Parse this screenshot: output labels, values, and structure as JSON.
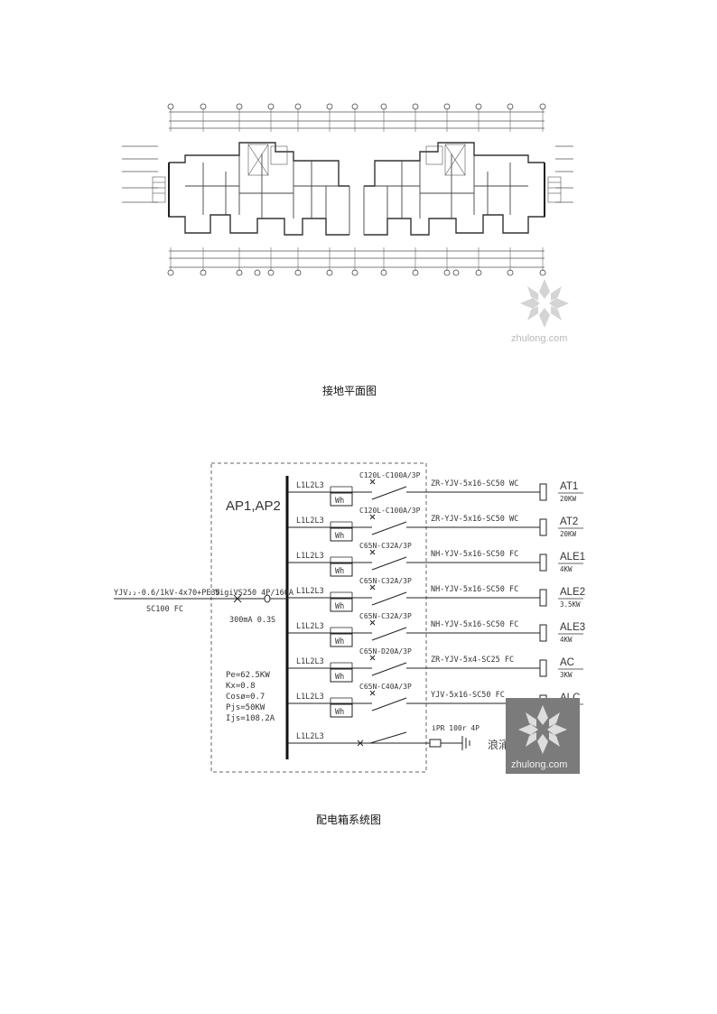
{
  "figure1": {
    "caption": "接地平面图"
  },
  "figure2": {
    "caption": "配电箱系统图",
    "box_label": "AP1,AP2",
    "incoming": {
      "cable": "YJV₂₂-0.6/1kV-4x70+PE35",
      "conduit": "SC100 FC",
      "main_breaker": "VigiVS250 4P/160A",
      "rcd": "300mA 0.3S"
    },
    "load_calc": {
      "pe": "Pe=62.5KW",
      "kx": "Kx=0.8",
      "cos": "Cosø=0.7",
      "pjs": "Pjs=50KW",
      "ijs": "Ijs=108.2A"
    },
    "circuits": [
      {
        "phase": "L1L2L3",
        "meter": "Wh",
        "breaker": "C120L-C100A/3P",
        "cable": "ZR-YJV-5x16-SC50 WC",
        "name": "AT1",
        "power": "20KW"
      },
      {
        "phase": "L1L2L3",
        "meter": "Wh",
        "breaker": "C120L-C100A/3P",
        "cable": "ZR-YJV-5x16-SC50 WC",
        "name": "AT2",
        "power": "20KW"
      },
      {
        "phase": "L1L2L3",
        "meter": "Wh",
        "breaker": "C65N-C32A/3P",
        "cable": "NH-YJV-5x16-SC50 FC",
        "name": "ALE1",
        "power": "4KW"
      },
      {
        "phase": "L1L2L3",
        "meter": "Wh",
        "breaker": "C65N-C32A/3P",
        "cable": "NH-YJV-5x16-SC50 FC",
        "name": "ALE2",
        "power": "3.5KW"
      },
      {
        "phase": "L1L2L3",
        "meter": "Wh",
        "breaker": "C65N-C32A/3P",
        "cable": "NH-YJV-5x16-SC50 FC",
        "name": "ALE3",
        "power": "4KW"
      },
      {
        "phase": "L1L2L3",
        "meter": "Wh",
        "breaker": "C65N-D20A/3P",
        "cable": "ZR-YJV-5x4-SC25 FC",
        "name": "AC",
        "power": "3KW"
      },
      {
        "phase": "L1L2L3",
        "meter": "Wh",
        "breaker": "C65N-C40A/3P",
        "cable": "YJV-5x16-SC50 FC",
        "name": "ALC",
        "power": ""
      }
    ],
    "spd": {
      "phase": "L1L2L3",
      "label": "iPR 100r 4P",
      "note": "浪涌保"
    }
  },
  "watermark": {
    "text": "zhulong.com"
  }
}
